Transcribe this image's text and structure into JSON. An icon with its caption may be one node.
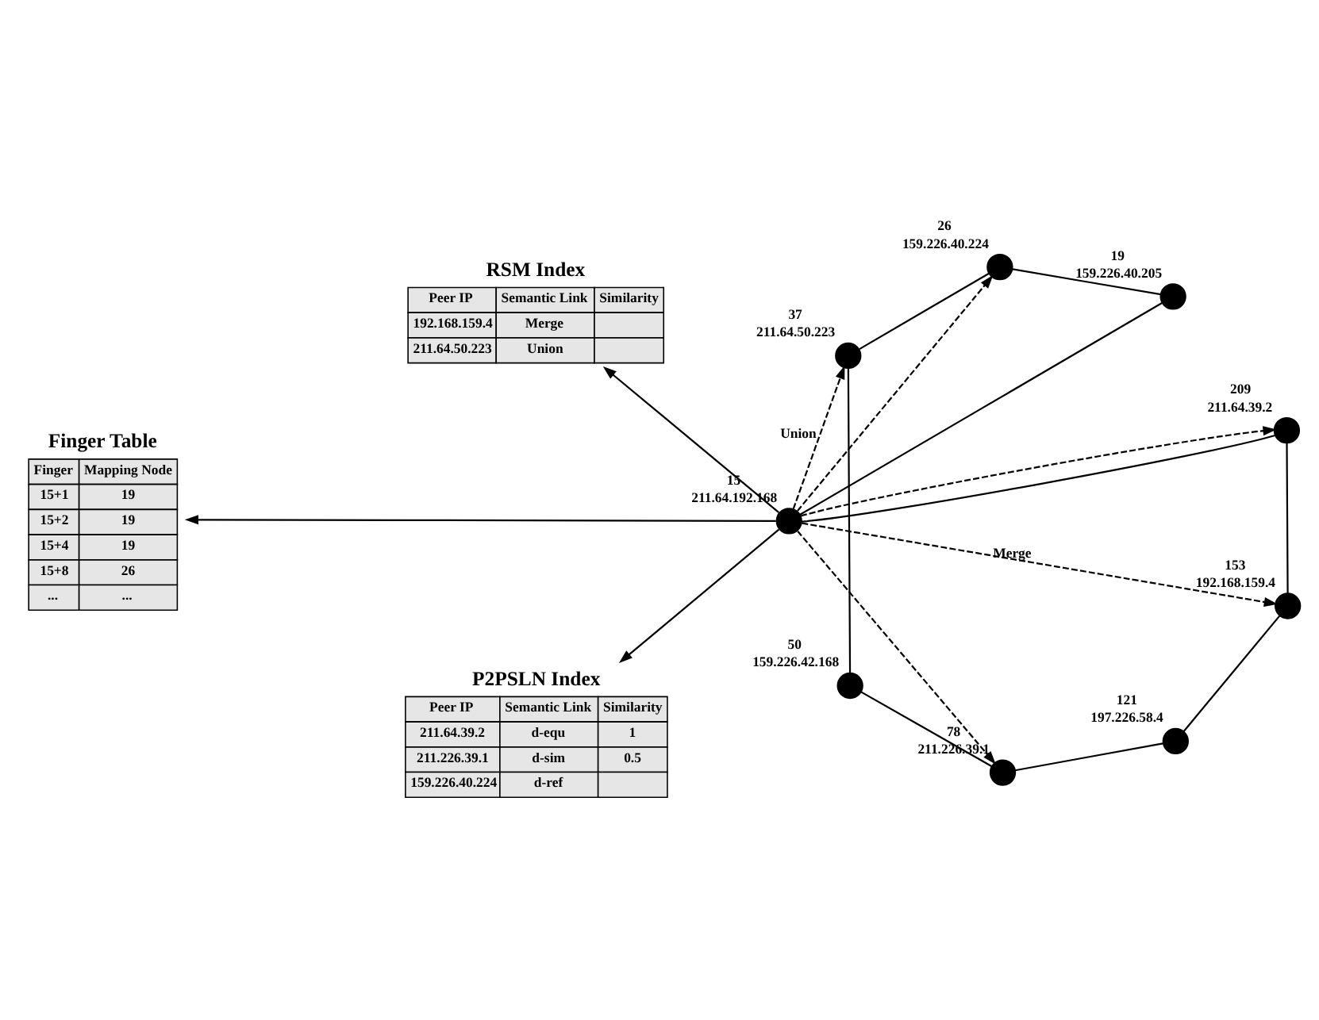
{
  "diagram": {
    "nodes": [
      {
        "text": [
          "Finger Table",
          "Finger",
          "Mapping Node",
          "15+1",
          "19",
          "15+2",
          "19",
          "15+4",
          "19",
          "15+8",
          "26",
          "...",
          "..."
        ]
      },
      {
        "text": [
          "RSM Index",
          "Peer IP",
          "Semantic Link",
          "Similarity",
          "192.168.159.4",
          "Merge",
          "211.64.50.223",
          "Union"
        ]
      },
      {
        "text": [
          "P2PSLN Index",
          "Peer IP",
          "Semantic Link",
          "Similarity",
          "211.64.39.2",
          "d-equ",
          "1",
          "211.226.39.1",
          "d-sim",
          "0.5",
          "159.226.40.224",
          "d-ref"
        ]
      },
      {
        "text": [],
        "shape": "circle",
        "beside": [
          "15",
          "211.64.192.168"
        ]
      },
      {
        "text": [],
        "shape": "circle",
        "beside": [
          "209",
          "211.64.39.2"
        ]
      },
      {
        "text": [],
        "shape": "circle",
        "beside": [
          "19",
          "159.226.40.205"
        ]
      },
      {
        "text": [],
        "shape": "circle",
        "beside": [
          "26",
          "159.226.40.224"
        ]
      },
      {
        "text": [],
        "shape": "circle",
        "beside": [
          "153",
          "192.168.159.4"
        ]
      },
      {
        "text": [],
        "shape": "circle",
        "beside": [
          "37",
          "211.64.50.223"
        ]
      },
      {
        "text": [],
        "shape": "circle",
        "beside": [
          "50",
          "159.226.42.168"
        ]
      },
      {
        "text": [],
        "shape": "circle",
        "beside": [
          "121",
          "197.226.58.4"
        ]
      },
      {
        "text": [],
        "shape": "circle",
        "beside": [
          "78",
          "211.226.39.1"
        ]
      }
    ],
    "edges": [
      {
        "from": 3,
        "to": 5,
        "arrow": "none"
      },
      {
        "from": 5,
        "to": 6,
        "arrow": "none"
      },
      {
        "from": 6,
        "to": 8,
        "arrow": "none"
      },
      {
        "from": 8,
        "to": 9,
        "arrow": "none"
      },
      {
        "from": 9,
        "to": 11,
        "arrow": "none"
      },
      {
        "from": 11,
        "to": 10,
        "arrow": "none"
      },
      {
        "from": 10,
        "to": 7,
        "arrow": "none"
      },
      {
        "from": 7,
        "to": 4,
        "arrow": "none"
      },
      {
        "from": 4,
        "to": 3,
        "arrow": "none"
      },
      {
        "from": 3,
        "to": 0,
        "arrow": "to"
      },
      {
        "from": 3,
        "to": 1,
        "arrow": "to"
      },
      {
        "from": 3,
        "to": 2,
        "arrow": "to"
      },
      {
        "from": 3,
        "to": 4,
        "arrow": "to",
        "style": "dashed"
      },
      {
        "from": 3,
        "to": 7,
        "arrow": "to",
        "style": "dashed",
        "label": "Merge"
      },
      {
        "from": 3,
        "to": 11,
        "arrow": "to",
        "style": "dashed"
      },
      {
        "from": 3,
        "to": 8,
        "arrow": "to",
        "style": "dashed",
        "label": "Union"
      },
      {
        "from": 3,
        "to": 6,
        "arrow": "to",
        "style": "dashed"
      }
    ]
  }
}
